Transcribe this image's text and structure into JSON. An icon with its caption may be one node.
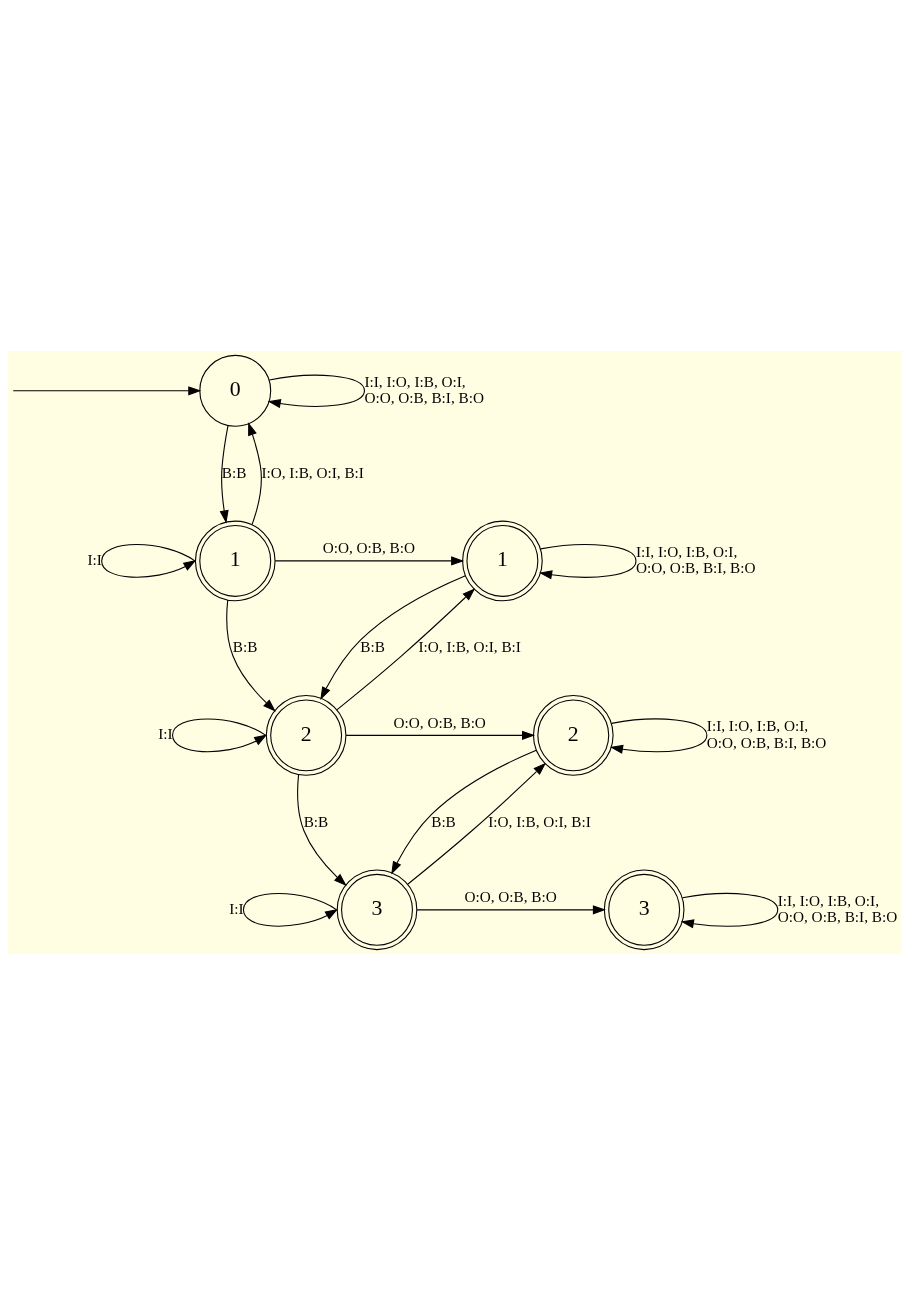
{
  "diagram": {
    "nodes": [
      {
        "text": [
          "0"
        ]
      },
      {
        "text": [
          "1"
        ]
      },
      {
        "text": [
          "1"
        ]
      },
      {
        "text": [
          "2"
        ]
      },
      {
        "text": [
          "2"
        ]
      },
      {
        "text": [
          "3"
        ]
      },
      {
        "text": [
          "3"
        ]
      }
    ],
    "edges": [
      {
        "from": null,
        "to": 0,
        "arrow": "to"
      },
      {
        "from": 0,
        "to": 0,
        "arrow": "to",
        "label": "I:I, I:O, I:B, O:I, O:O, O:B, B:I, B:O"
      },
      {
        "from": 0,
        "to": 1,
        "arrow": "to",
        "label": "B:B"
      },
      {
        "from": 1,
        "to": 0,
        "arrow": "to",
        "label": "I:O, I:B, O:I, B:I"
      },
      {
        "from": 1,
        "to": 1,
        "arrow": "to",
        "label": "I:I"
      },
      {
        "from": 1,
        "to": 2,
        "arrow": "to",
        "label": "O:O, O:B, B:O"
      },
      {
        "from": 2,
        "to": 2,
        "arrow": "to",
        "label": "I:I, I:O, I:B, O:I, O:O, O:B, B:I, B:O"
      },
      {
        "from": 2,
        "to": 3,
        "arrow": "to",
        "label": "B:B"
      },
      {
        "from": 1,
        "to": 3,
        "arrow": "to",
        "label": "B:B"
      },
      {
        "from": 3,
        "to": 2,
        "arrow": "to",
        "label": "I:O, I:B, O:I, B:I"
      },
      {
        "from": 3,
        "to": 3,
        "arrow": "to",
        "label": "I:I"
      },
      {
        "from": 3,
        "to": 4,
        "arrow": "to",
        "label": "O:O, O:B, B:O"
      },
      {
        "from": 4,
        "to": 4,
        "arrow": "to",
        "label": "I:I, I:O, I:B, O:I, O:O, O:B, B:I, B:O"
      },
      {
        "from": 4,
        "to": 5,
        "arrow": "to",
        "label": "B:B"
      },
      {
        "from": 3,
        "to": 5,
        "arrow": "to",
        "label": "B:B"
      },
      {
        "from": 5,
        "to": 4,
        "arrow": "to",
        "label": "I:O, I:B, O:I, B:I"
      },
      {
        "from": 5,
        "to": 5,
        "arrow": "to",
        "label": "I:I"
      },
      {
        "from": 5,
        "to": 6,
        "arrow": "to",
        "label": "O:O, O:B, B:O"
      },
      {
        "from": 6,
        "to": 6,
        "arrow": "to",
        "label": "I:I, I:O, I:B, O:I, O:O, O:B, B:I, B:O"
      }
    ]
  }
}
